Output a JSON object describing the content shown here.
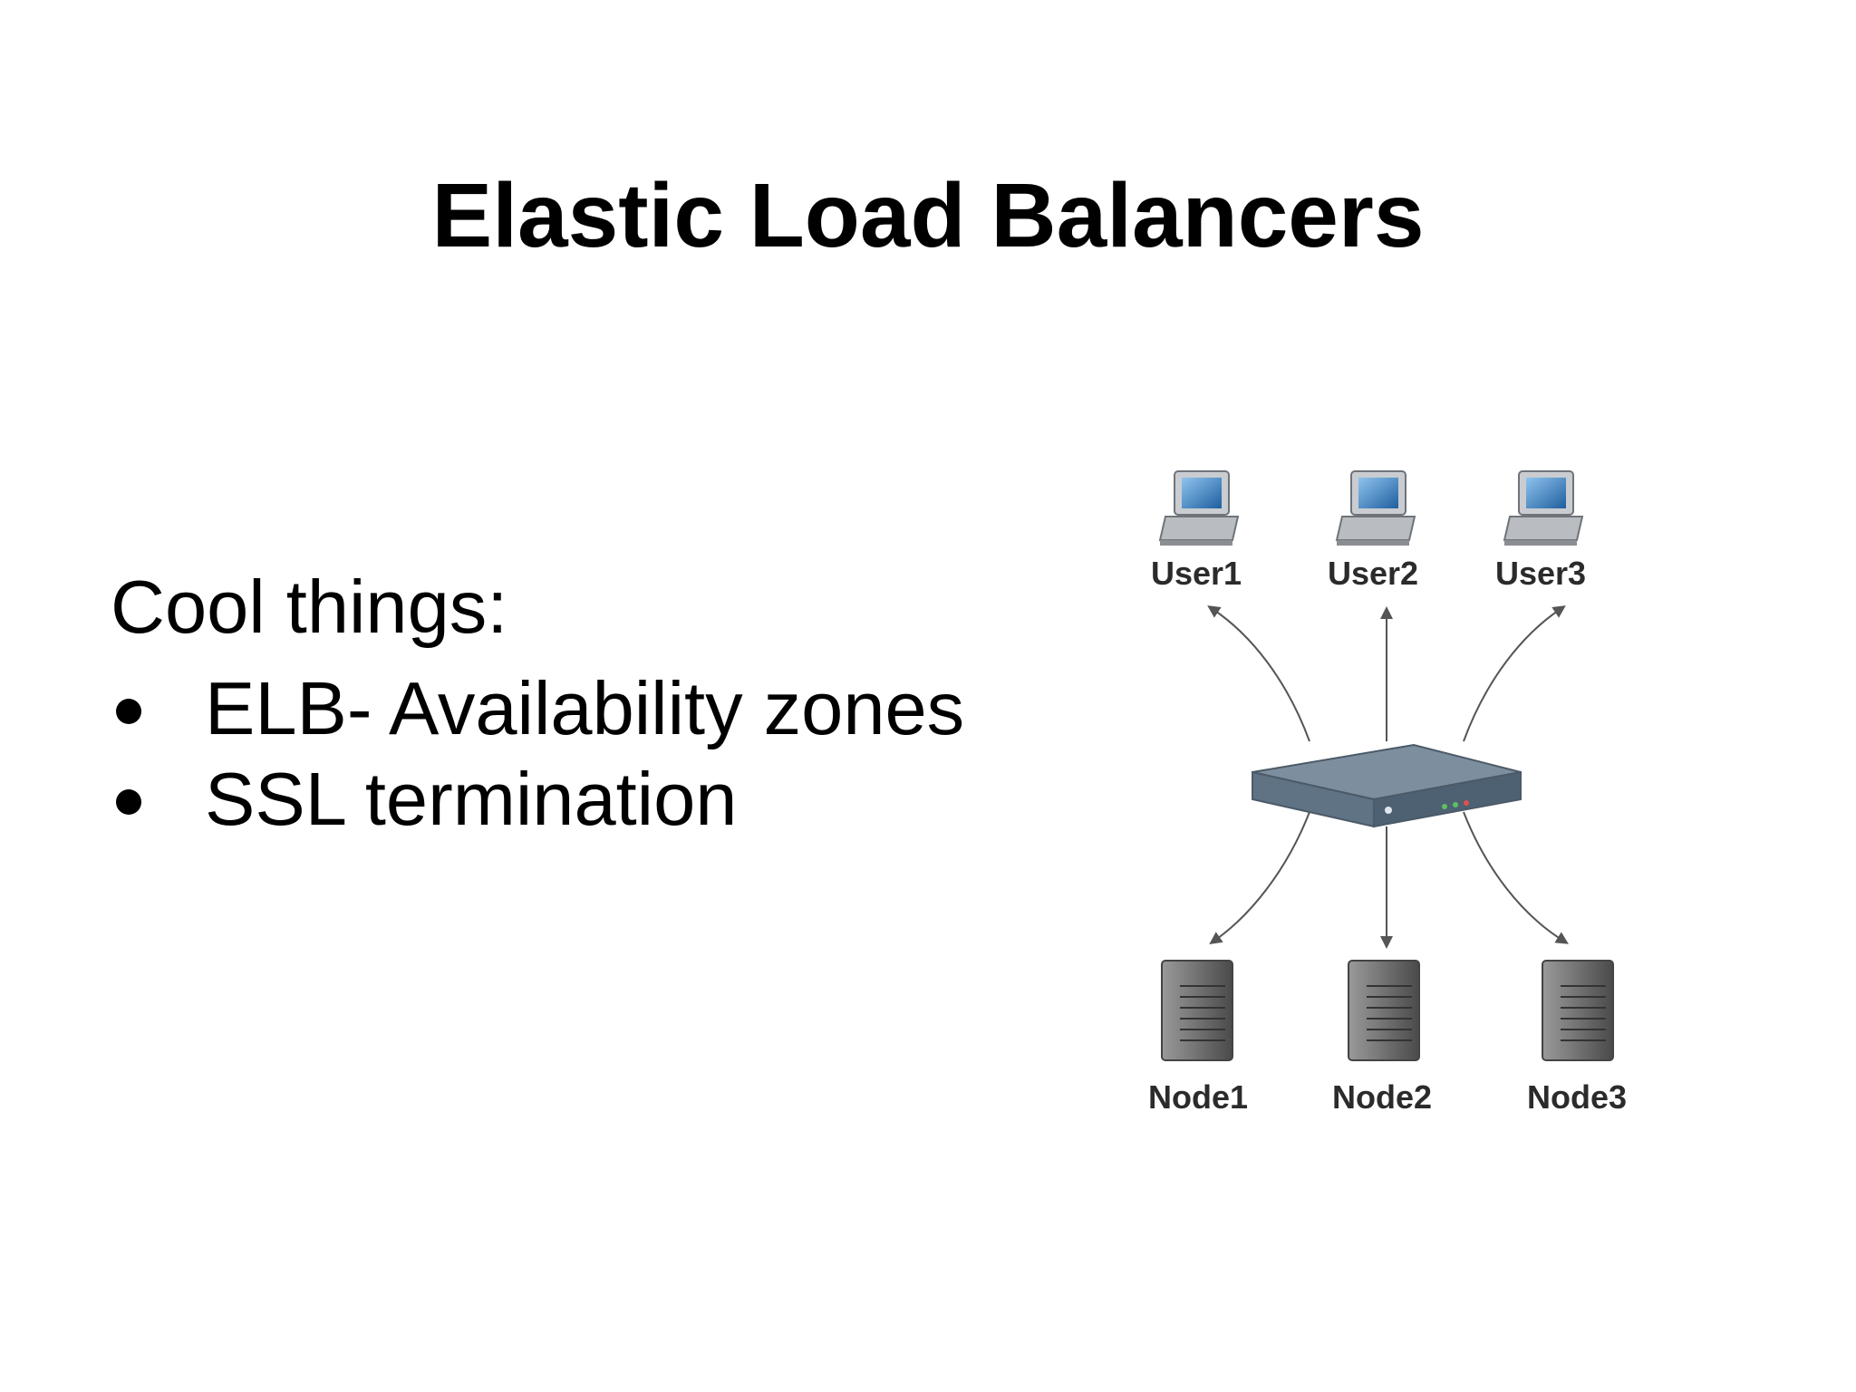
{
  "title": "Elastic Load Balancers",
  "intro": "Cool things:",
  "bullets": [
    "ELB- Availability zones",
    "SSL termination"
  ],
  "diagram": {
    "users": [
      "User1",
      "User2",
      "User3"
    ],
    "nodes": [
      "Node1",
      "Node2",
      "Node3"
    ],
    "colors": {
      "monitor_screen": "#3b7fc4",
      "device_body": "#5f7385",
      "server_body": "#7a7a7a",
      "arrow": "#555555"
    }
  }
}
